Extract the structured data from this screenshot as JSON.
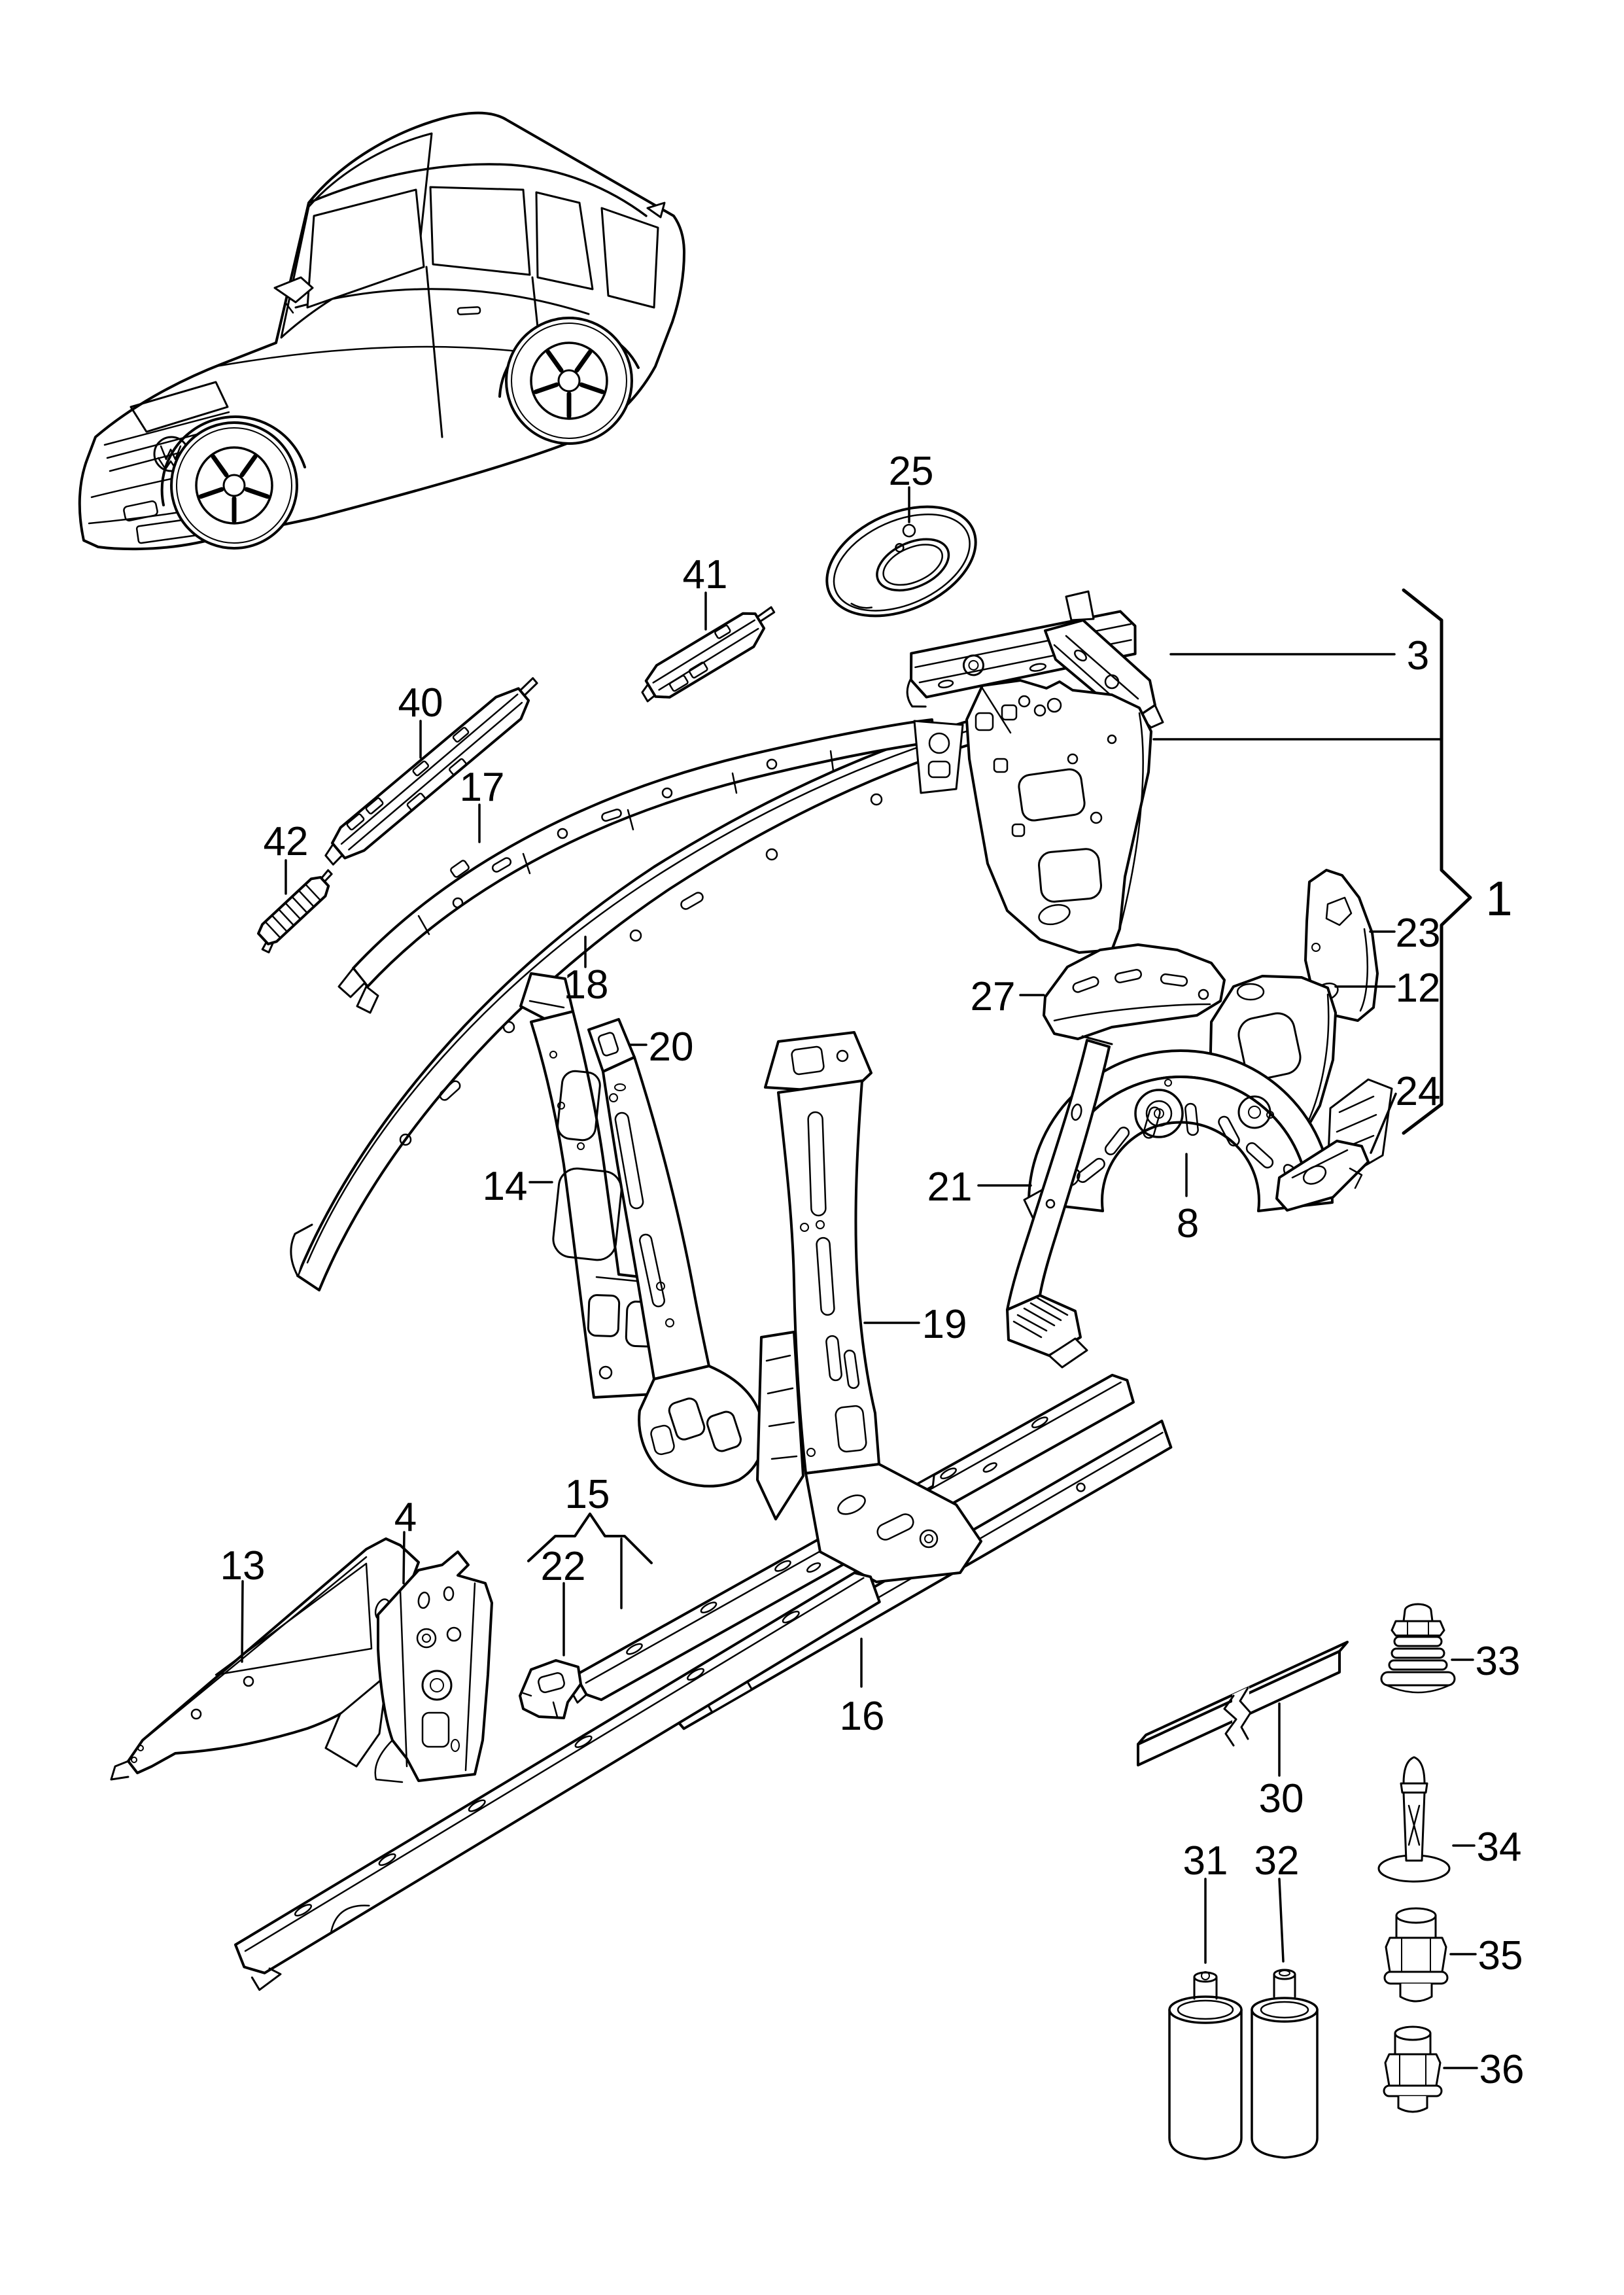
{
  "diagram": {
    "colors": {
      "line": "#000000",
      "background": "#ffffff"
    },
    "callouts": {
      "c1": "1",
      "c3": "3",
      "c4": "4",
      "c8": "8",
      "c12": "12",
      "c13": "13",
      "c14": "14",
      "c15": "15",
      "c16": "16",
      "c17": "17",
      "c18": "18",
      "c19": "19",
      "c20": "20",
      "c21": "21",
      "c22": "22",
      "c23": "23",
      "c24": "24",
      "c25": "25",
      "c27": "27",
      "c30": "30",
      "c31": "31",
      "c32": "32",
      "c33": "33",
      "c34": "34",
      "c35": "35",
      "c36": "36",
      "c40": "40",
      "c41": "41",
      "c42": "42"
    }
  }
}
